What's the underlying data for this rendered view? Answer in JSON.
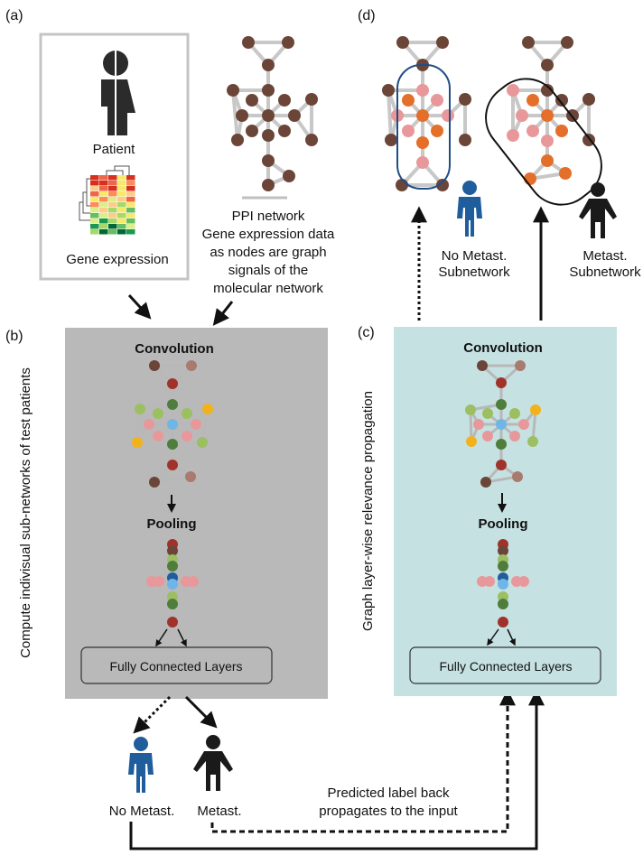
{
  "panels": {
    "a": "(a)",
    "b": "(b)",
    "c": "(c)",
    "d": "(d)"
  },
  "panel_a": {
    "patient": "Patient",
    "gene_expression": "Gene expression",
    "ppi_lines": [
      "PPI network",
      "Gene expression data",
      "as nodes are graph",
      "signals of the",
      "molecular network"
    ]
  },
  "panel_b": {
    "side": "Compute indivisual sub-networks of test patients",
    "convolution": "Convolution",
    "pooling": "Pooling",
    "fc": "Fully Connected Layers",
    "bg": "#b9b9b9"
  },
  "panel_c": {
    "side": "Graph layer-wise relevance propagation",
    "convolution": "Convolution",
    "pooling": "Pooling",
    "fc": "Fully Connected Layers",
    "bg": "#c6e1e2"
  },
  "panel_d": {
    "no_metast_lines": [
      "No Metast.",
      "Subnetwork"
    ],
    "metast_lines": [
      "Metast.",
      "Subnetwork"
    ]
  },
  "bottom": {
    "no_metast": "No Metast.",
    "metast": "Metast.",
    "predicted_lines": [
      "Predicted label back",
      "propagates to the input"
    ]
  },
  "colors": {
    "brown": "#6b4538",
    "salmon": "#e8989a",
    "orange": "#e36f2b",
    "blue_person": "#1f5d9c",
    "dark_person": "#1a1a1a",
    "ring": "#1f4e86",
    "green": "#4f7d3b",
    "light_green": "#9cbf62",
    "yellow": "#f2b21c",
    "light_blue": "#6fb6e6",
    "red": "#a1322a"
  }
}
